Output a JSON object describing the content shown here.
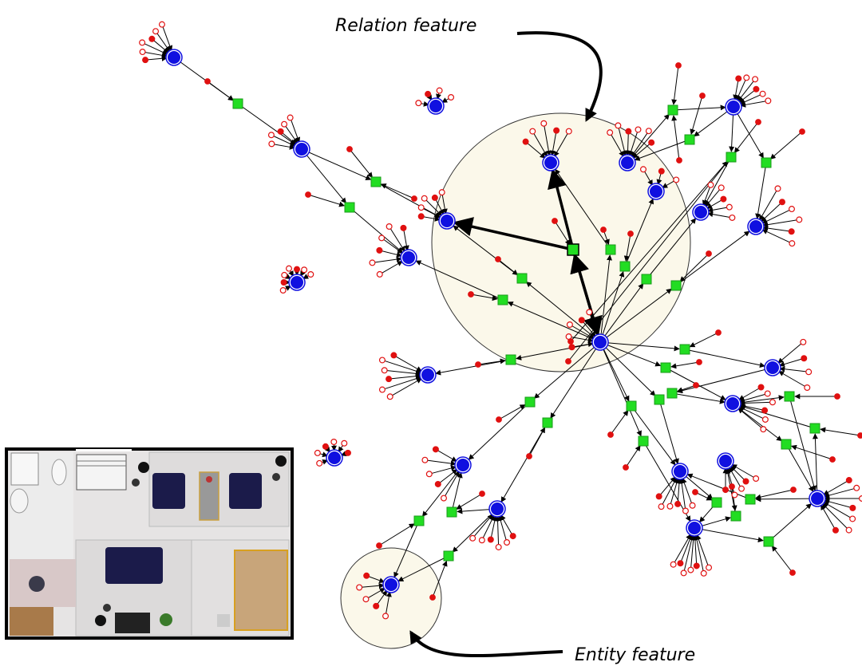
{
  "annotations": {
    "relation_label": "Relation feature",
    "entity_label": "Entity feature"
  },
  "legend": {
    "entity_node": "blue circle",
    "relation_node": "green square",
    "attribute_filled": "red filled dot",
    "attribute_hollow": "red hollow dot"
  },
  "colors": {
    "entity": "#1010e0",
    "relation": "#22dd22",
    "attribute": "#e01010",
    "highlight_fill": "#fbf8ea",
    "edge": "#000000"
  },
  "floorplan": {
    "description_icons": [
      "sink-icon",
      "toilet-icon",
      "door-icon",
      "armchair-icon",
      "sofa-icon",
      "bed-icon",
      "desk-icon",
      "plant-icon",
      "tv-icon",
      "lamp-icon"
    ]
  }
}
